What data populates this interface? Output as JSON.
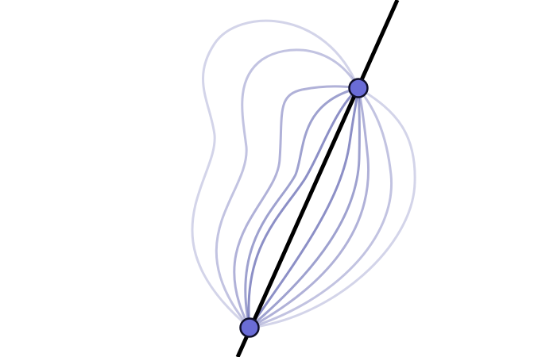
{
  "diagram": {
    "background_color": "#ffffff",
    "line_color": "#000000",
    "point_fill_color": "#6a6cd6",
    "point_stroke_color": "#0f0f2a",
    "curve_color": "#4f53a8",
    "curves": [
      {
        "opacity": 0.25
      },
      {
        "opacity": 0.35
      },
      {
        "opacity": 0.45
      },
      {
        "opacity": 0.55
      },
      {
        "opacity": 0.65
      },
      {
        "opacity": 0.25
      },
      {
        "opacity": 0.35
      },
      {
        "opacity": 0.45
      },
      {
        "opacity": 0.55
      },
      {
        "opacity": 0.65
      }
    ]
  }
}
